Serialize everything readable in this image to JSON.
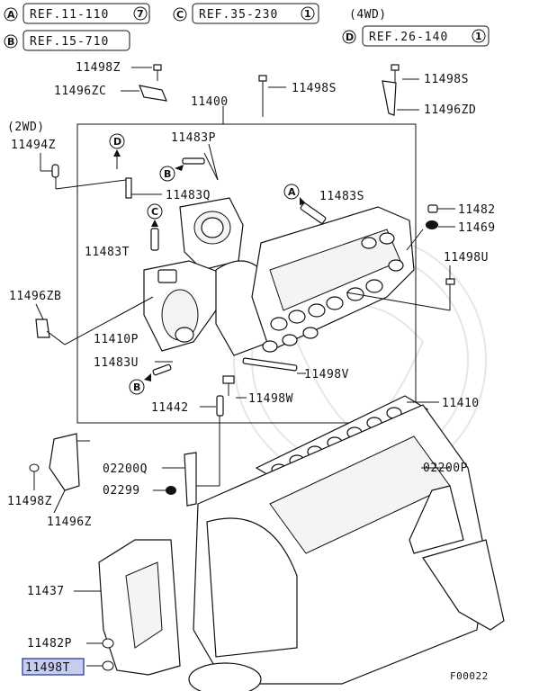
{
  "refs": {
    "a": {
      "key": "A",
      "text": "REF.11-110",
      "num": "7"
    },
    "b": {
      "key": "B",
      "text": "REF.15-710"
    },
    "c": {
      "key": "C",
      "text": "REF.35-230",
      "num": "1"
    },
    "d": {
      "key": "D",
      "text": "REF.26-140",
      "num": "1"
    },
    "fourwd": "(4WD)",
    "twowd": "(2WD)"
  },
  "labels": {
    "p11498z_top": "11498Z",
    "p11496zc": "11496ZC",
    "p11400": "11400",
    "p11498s_mid": "11498S",
    "p11498s_right": "11498S",
    "p11496zd": "11496ZD",
    "p11494z": "11494Z",
    "p11483p": "11483P",
    "p11483q": "11483Q",
    "p11483s": "11483S",
    "p11482_top": "11482",
    "p11469": "11469",
    "p11483t": "11483T",
    "p11498u": "11498U",
    "p11496zb": "11496ZB",
    "p11410p": "11410P",
    "p11483u": "11483U",
    "p11498v": "11498V",
    "p11498w": "11498W",
    "p11442": "11442",
    "p11410": "11410",
    "p02200q": "02200Q",
    "p02299": "02299",
    "p02200p": "02200P",
    "p11498z_bottom": "11498Z",
    "p11496z": "11496Z",
    "p11437": "11437",
    "p11482p": "11482P",
    "p11498t": "11498T",
    "fig_code": "F00022"
  },
  "callouts": {
    "a": "A",
    "b": "B",
    "c": "C",
    "d": "D"
  }
}
